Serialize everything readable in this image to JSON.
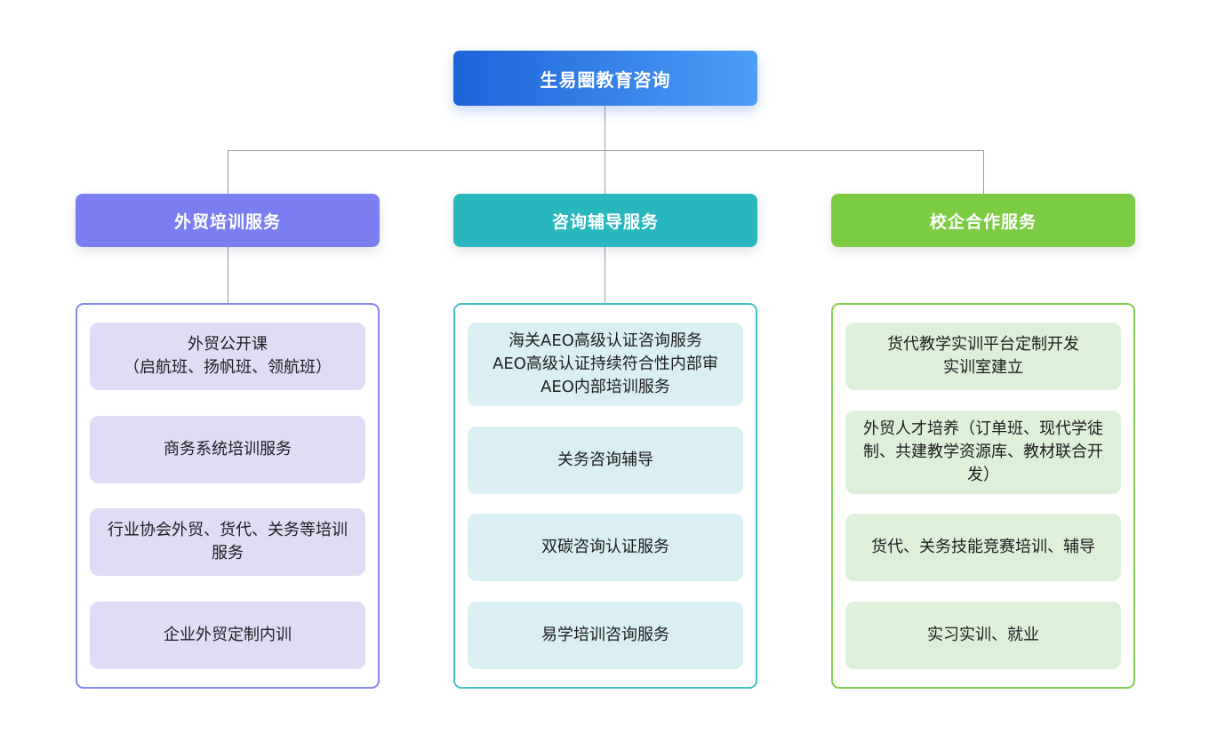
{
  "root": {
    "label": "生易圈教育咨询"
  },
  "branches": [
    {
      "label": "外贸培训服务",
      "items": [
        "外贸公开课\n（启航班、扬帆班、领航班）",
        "商务系统培训服务",
        "行业协会外贸、货代、关务等培训服务",
        "企业外贸定制内训"
      ]
    },
    {
      "label": "咨询辅导服务",
      "items": [
        "海关AEO高级认证咨询服务\nAEO高级认证持续符合性内部审\nAEO内部培训服务",
        "关务咨询辅导",
        "双碳咨询认证服务",
        "易学培训咨询服务"
      ]
    },
    {
      "label": "校企合作服务",
      "items": [
        "货代教学实训平台定制开发\n实训室建立",
        "外贸人才培养（订单班、现代学徒制、共建教学资源库、教材联合开发）",
        "货代、关务技能竞赛培训、辅导",
        "实习实训、就业"
      ]
    }
  ],
  "colors": {
    "root_gradient_start": "#1e63d8",
    "root_gradient_end": "#4c9ef8",
    "branch_accents": [
      "#7b7ef0",
      "#29b7be",
      "#7ccc43"
    ],
    "container_borders": [
      "#8488f1",
      "#40c1c6",
      "#80cf50"
    ],
    "item_backgrounds": [
      "#dfdcf6",
      "#d9eff2",
      "#def0d9"
    ],
    "connector": "#959ba2",
    "item_text": "#1d1d1f"
  }
}
